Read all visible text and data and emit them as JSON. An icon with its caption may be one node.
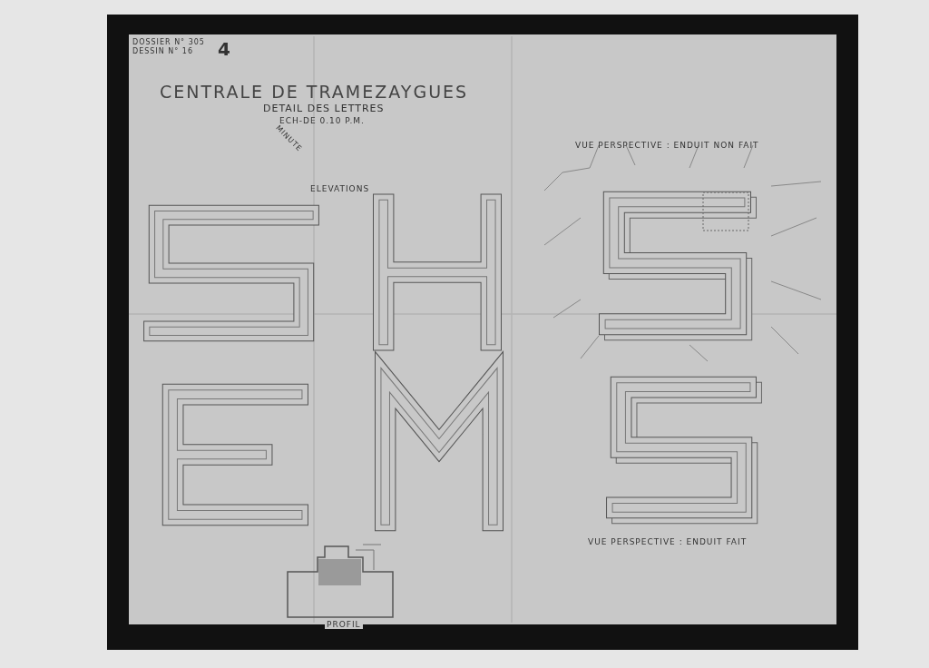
{
  "diagram": {
    "title": "CENTRALE DE TRAMEZAYGUES",
    "labels": [
      "DOSSIER N° 305",
      "DESSIN N° 16",
      "4",
      "DETAIL DES LETTRES",
      "ECH-DE 0.10 P.M.",
      "MINUTE",
      "ELEVATIONS",
      "VUE PERSPECTIVE : ENDUIT NON FAIT",
      "VUE PERSPECTIVE : ENDUIT FAIT",
      "PROFIL"
    ]
  }
}
